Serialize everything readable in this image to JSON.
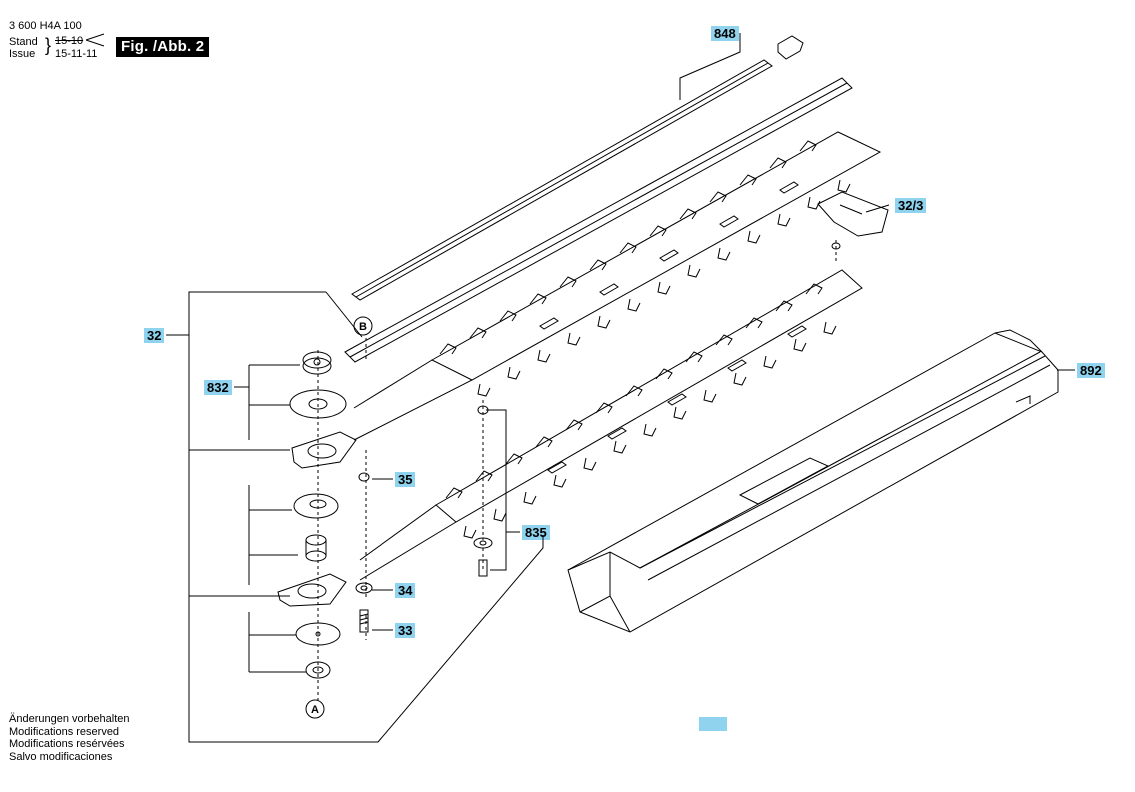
{
  "header": {
    "part_number": "3 600 H4A 100",
    "stand_label": "Stand",
    "issue_label": "Issue",
    "stand_date": "15-10",
    "issue_date": "15-11-11",
    "figure": "Fig. /Abb. 2"
  },
  "callouts": {
    "c848": "848",
    "c32_3": "32/3",
    "c32": "32",
    "c832": "832",
    "c892": "892",
    "c35": "35",
    "c835": "835",
    "c34": "34",
    "c33": "33"
  },
  "markers": {
    "b": "B",
    "a": "A"
  },
  "notes": [
    "Änderungen vorbehalten",
    "Modifications reserved",
    "Modifications resérvées",
    "Salvo modificaciones"
  ],
  "colors": {
    "callout_bg": "#8fd3ee",
    "line": "#000000"
  }
}
